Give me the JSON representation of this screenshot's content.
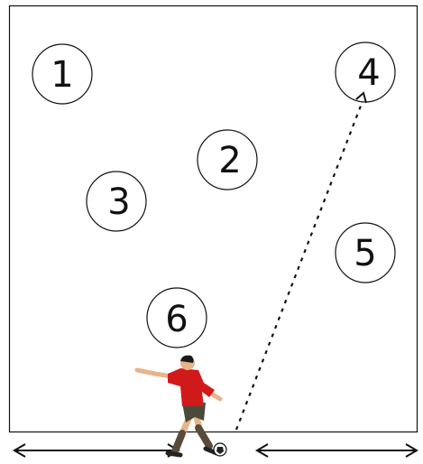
{
  "diagram": {
    "targets": [
      {
        "label": "1"
      },
      {
        "label": "2"
      },
      {
        "label": "3"
      },
      {
        "label": "4"
      },
      {
        "label": "5"
      },
      {
        "label": "6"
      }
    ],
    "colors": {
      "line": "#111111",
      "shirt": "#d01a1a",
      "shorts": "#4a4a3a",
      "skin": "#e8b48a",
      "hair": "#1a1a1a",
      "socks": "#5a4a3a"
    },
    "icons": {
      "player": "soccer-player-kicking",
      "ball": "soccer-ball-icon"
    }
  }
}
